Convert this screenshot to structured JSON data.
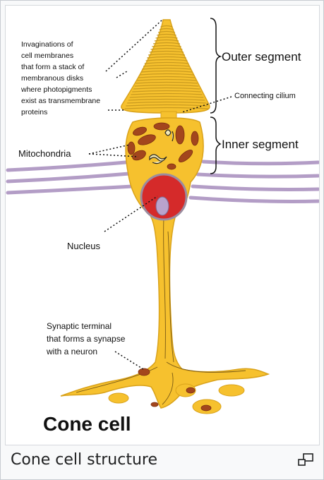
{
  "diagram": {
    "labels": {
      "invaginations": [
        "Invaginations of",
        "cell membranes",
        "that form a stack of",
        "membranous disks",
        "where photopigments",
        "exist as transmembrane",
        "proteins"
      ],
      "outer_segment": "Outer segment",
      "connecting_cilium": "Connecting cilium",
      "inner_segment": "Inner segment",
      "mitochondria": "Mitochondria",
      "nucleus": "Nucleus",
      "synaptic_terminal": [
        "Synaptic terminal",
        "that forms a synapse",
        "with a neuron"
      ]
    },
    "title": "Cone cell"
  },
  "caption": "Cone cell structure",
  "icons": {
    "magnify": "magnify-icon"
  },
  "colors": {
    "cell_fill": "#f6c12e",
    "cell_stroke": "#d9a21a",
    "disk_line": "#c99a1f",
    "mitochondria": "#a3461d",
    "nucleus": "#d52a2a",
    "nucleolus": "#b9a3cc",
    "membrane_lines": "#b39dc6"
  }
}
